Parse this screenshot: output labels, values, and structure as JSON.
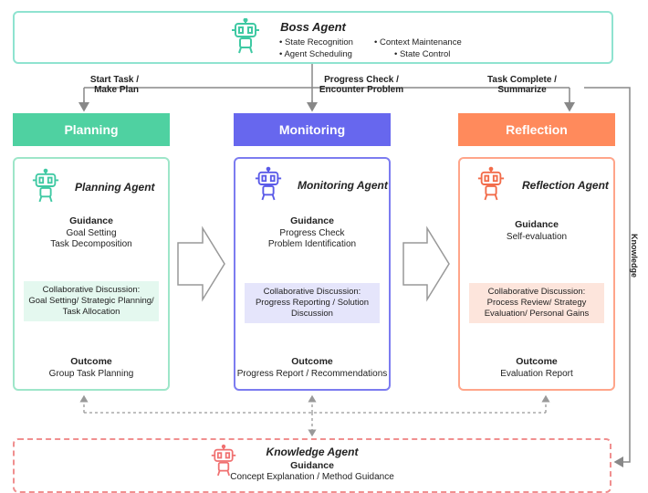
{
  "boss": {
    "title": "Boss Agent",
    "items": [
      "• State Recognition",
      "• Context Maintenance",
      "• Agent Scheduling",
      "• State Control"
    ]
  },
  "flow_labels": {
    "start": [
      "Start Task /",
      "Make Plan"
    ],
    "progress": [
      "Progress Check /",
      "Encounter Problem"
    ],
    "complete": [
      "Task Complete /",
      "Summarize"
    ]
  },
  "phases": [
    {
      "name": "Planning",
      "color": "#4fd1a1",
      "border": "#9ee6c9",
      "icon_color": "#3fc9a3",
      "disc_bg": "#e4f8ef",
      "agent": "Planning Agent",
      "guidance_title": "Guidance",
      "guidance": [
        "Goal Setting",
        "Task Decomposition"
      ],
      "discussion": [
        "Collaborative Discussion:",
        "Goal Setting/ Strategic Planning/",
        "Task Allocation"
      ],
      "outcome_title": "Outcome",
      "outcome": "Group Task Planning",
      "icon": "robot-icon"
    },
    {
      "name": "Monitoring",
      "color": "#6767ee",
      "border": "#7c7cf0",
      "icon_color": "#5a5ae8",
      "disc_bg": "#e5e5fb",
      "agent": "Monitoring Agent",
      "guidance_title": "Guidance",
      "guidance": [
        "Progress Check",
        "Problem Identification"
      ],
      "discussion": [
        "Collaborative Discussion:",
        "Progress Reporting / Solution",
        "Discussion"
      ],
      "outcome_title": "Outcome",
      "outcome": "Progress Report / Recommendations",
      "icon": "robot-icon"
    },
    {
      "name": "Reflection",
      "color": "#ff8a5c",
      "border": "#ffa58a",
      "icon_color": "#f26c4a",
      "disc_bg": "#fde5dc",
      "agent": "Reflection Agent",
      "guidance_title": "Guidance",
      "guidance": [
        "Self-evaluation"
      ],
      "discussion": [
        "Collaborative Discussion:",
        "Process Review/ Strategy",
        "Evaluation/ Personal Gains"
      ],
      "outcome_title": "Outcome",
      "outcome": "Evaluation Report",
      "icon": "robot-icon"
    }
  ],
  "knowledge": {
    "title": "Knowledge Agent",
    "guidance_title": "Guidance",
    "guidance": "Concept Explanation / Method Guidance"
  },
  "side_label": "Knowledge",
  "colors": {
    "boss": "#8fe3d0",
    "knowledge": "#f08f8f",
    "arrow": "#888888"
  }
}
